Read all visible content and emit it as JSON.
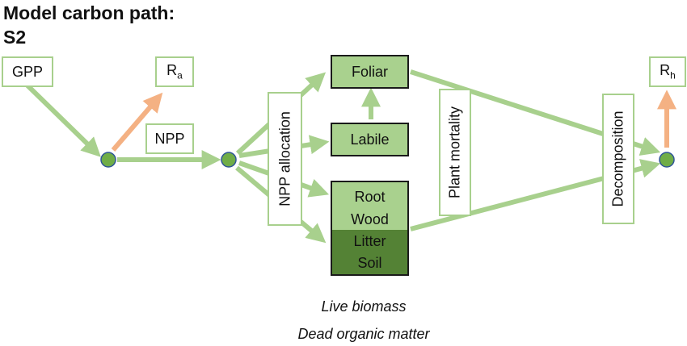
{
  "title": {
    "line1": "Model carbon path:",
    "line2": "S2"
  },
  "nodes": {
    "gpp": "GPP",
    "ra": {
      "base": "R",
      "sub": "a"
    },
    "npp": "NPP",
    "npp_allocation": "NPP allocation",
    "foliar": "Foliar",
    "labile": "Labile",
    "root": "Root",
    "wood": "Wood",
    "litter": "Litter",
    "soil": "Soil",
    "plant_mortality": "Plant mortality",
    "decomposition": "Decomposition",
    "rh": {
      "base": "R",
      "sub": "h"
    }
  },
  "legend": {
    "live": "Live biomass",
    "dead": "Dead organic matter"
  },
  "colors": {
    "flow_arrow": "#a8d08d",
    "respiration_arrow": "#f4b183",
    "live_fill": "#a9d18e",
    "dead_fill": "#548235",
    "node_fill": "#70ad47",
    "node_stroke": "#2f5597"
  }
}
